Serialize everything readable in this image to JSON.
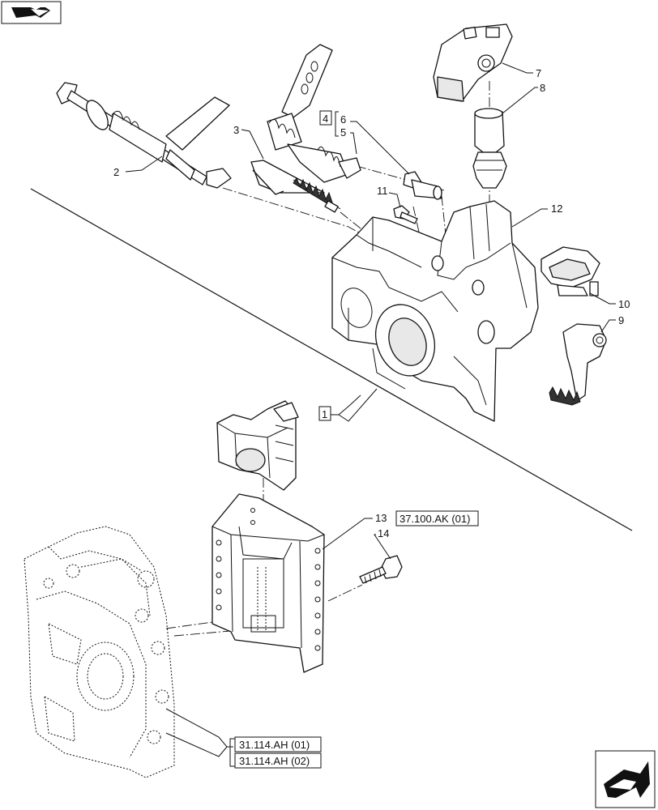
{
  "callouts": {
    "c1": "1",
    "c2": "2",
    "c3": "3",
    "c4": "4",
    "c5": "5",
    "c6": "6",
    "c7": "7",
    "c8": "8",
    "c9": "9",
    "c10": "10",
    "c11": "11",
    "c12": "12",
    "c13": "13",
    "c14": "14"
  },
  "references": {
    "r13": "37.100.AK (01)",
    "r_low_1": "31.114.AH (01)",
    "r_low_2": "31.114.AH (02)"
  },
  "icons": {
    "top_left": "book-arrow-icon",
    "bottom_right": "next-page-arrow-icon"
  }
}
